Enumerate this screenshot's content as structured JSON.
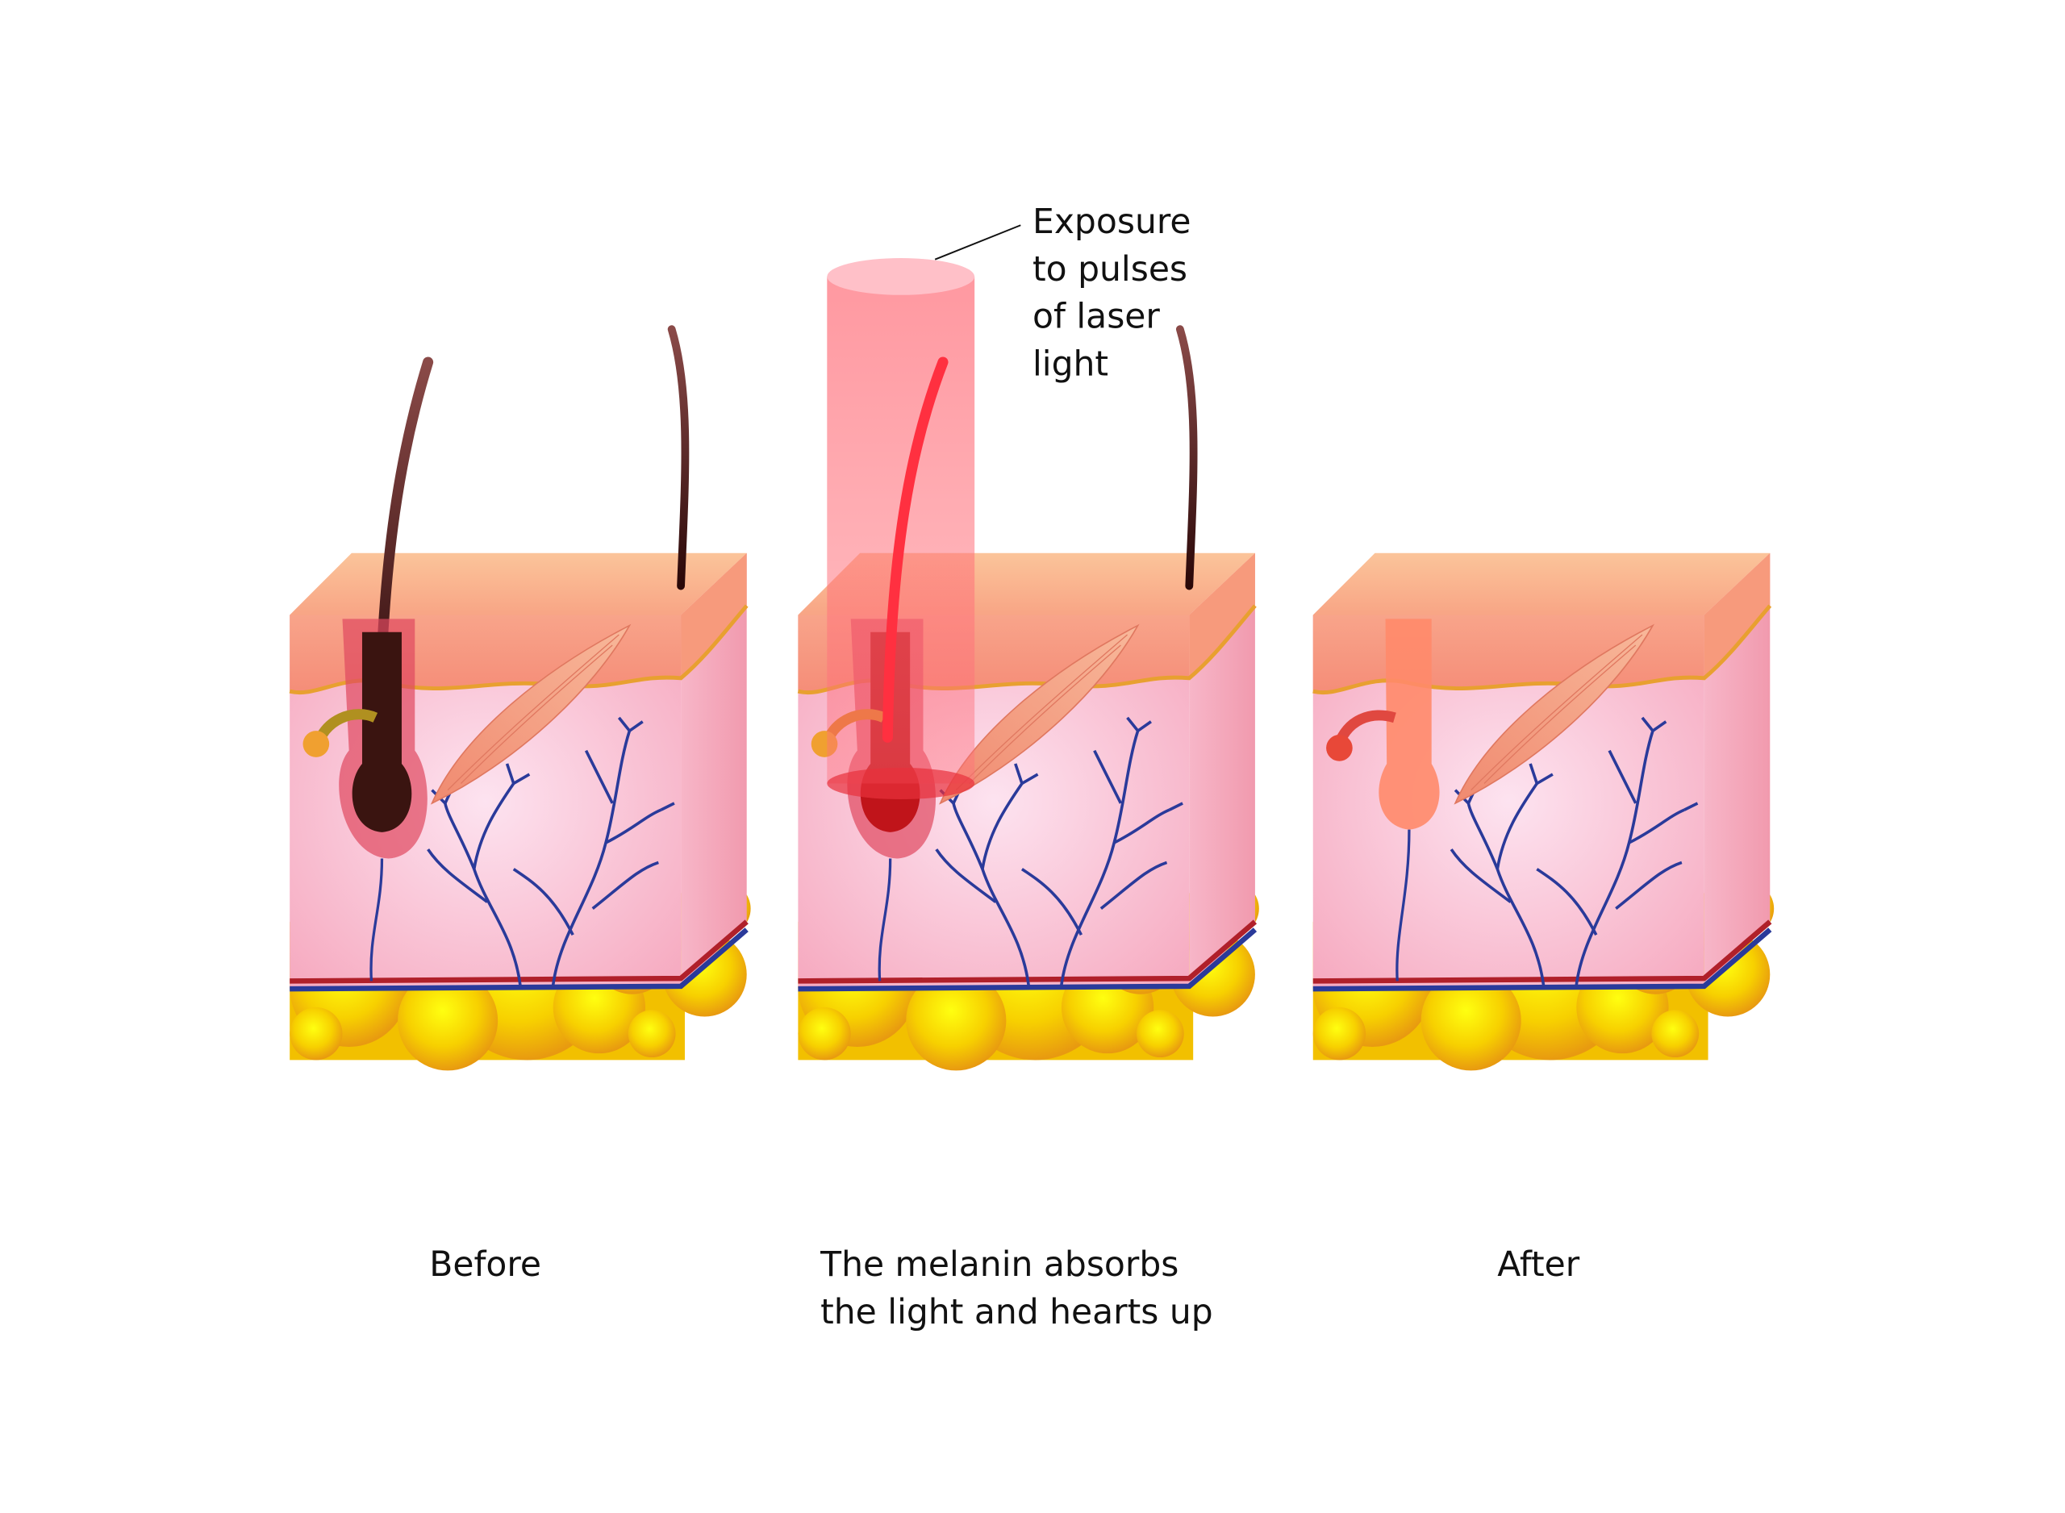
{
  "panels": [
    {
      "label_lines": [
        "Before"
      ]
    },
    {
      "label_lines": [
        "The melanin absorbs",
        "the light and hearts up"
      ]
    },
    {
      "label_lines": [
        "After"
      ]
    }
  ],
  "callout": {
    "lines": [
      "Exposure",
      "to pulses",
      "of laser",
      "light"
    ]
  },
  "colors": {
    "dermis": "#f9c3d6",
    "epidermis": "#f7a987",
    "fat": "#f5d800",
    "vessels": "#2a3a9a",
    "artery": "#b0202a",
    "hair": "#3a1410",
    "laser": "#ff6f7a"
  }
}
